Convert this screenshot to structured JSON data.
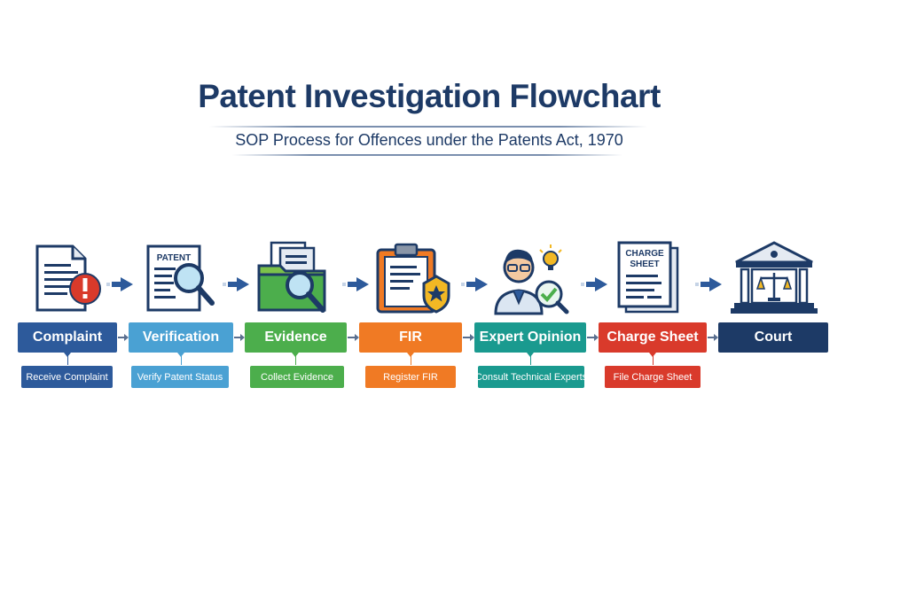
{
  "title": "Patent Investigation Flowchart",
  "subtitle": "SOP Process for Offences under the Patents Act, 1970",
  "steps": [
    {
      "label": "Complaint",
      "action": "Receive Complaint",
      "color": "#2d5a9b",
      "sub_color": "#2d5a9b",
      "icon": "document-warning-icon"
    },
    {
      "label": "Verification",
      "action": "Verify Patent Status",
      "color": "#4aa1d3",
      "sub_color": "#4aa1d3",
      "icon": "patent-magnifier-icon",
      "icon_text": "PATENT"
    },
    {
      "label": "Evidence",
      "action": "Collect Evidence",
      "color": "#4cae4c",
      "sub_color": "#4cae4c",
      "icon": "evidence-folder-icon"
    },
    {
      "label": "FIR",
      "action": "Register FIR",
      "color": "#f07a24",
      "sub_color": "#f07a24",
      "icon": "clipboard-badge-icon"
    },
    {
      "label": "Expert Opinion",
      "action": "Consult Technical Experts",
      "color": "#1a9a8f",
      "sub_color": "#1a9a8f",
      "icon": "expert-icon"
    },
    {
      "label": "Charge Sheet",
      "action": "File Charge Sheet",
      "color": "#d93a2b",
      "sub_color": "#d93a2b",
      "icon": "charge-sheet-icon",
      "icon_text": "CHARGE SHEET"
    },
    {
      "label": "Court",
      "action": "",
      "color": "#1d3a66",
      "sub_color": "",
      "icon": "court-building-icon"
    }
  ]
}
